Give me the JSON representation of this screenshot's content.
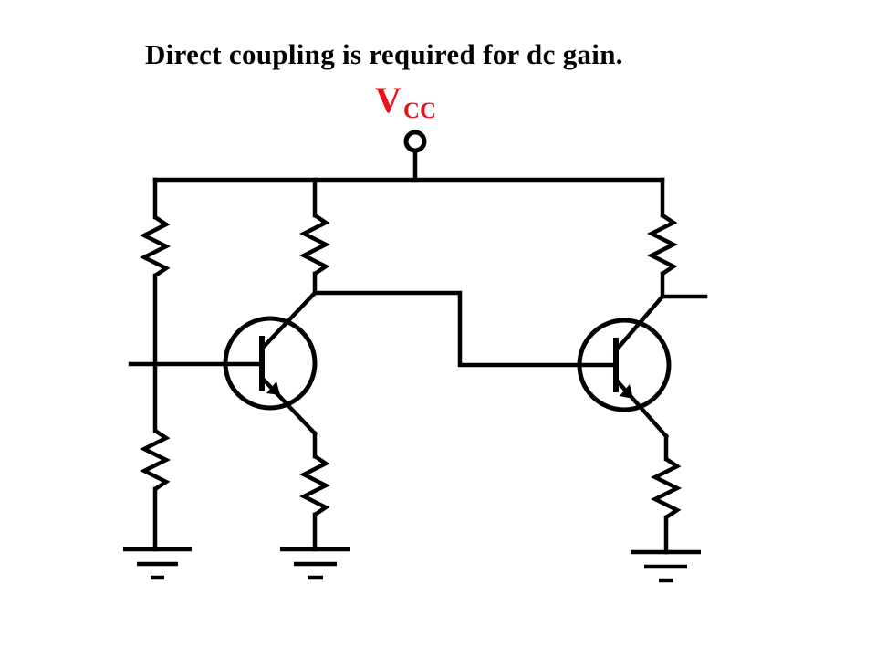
{
  "caption": "Direct coupling is required for dc gain.",
  "supply_label": {
    "main": "V",
    "subscript": "CC"
  },
  "colors": {
    "supply_label": "#e8141c",
    "lines": "#000000",
    "background": "#ffffff"
  },
  "components": [
    {
      "kind": "supply-terminal",
      "label": "V_CC"
    },
    {
      "kind": "resistor",
      "role": "stage-1 bias top"
    },
    {
      "kind": "resistor",
      "role": "stage-1 bias bottom"
    },
    {
      "kind": "resistor",
      "role": "stage-1 collector"
    },
    {
      "kind": "resistor",
      "role": "stage-1 emitter"
    },
    {
      "kind": "resistor",
      "role": "stage-2 collector"
    },
    {
      "kind": "resistor",
      "role": "stage-2 emitter"
    },
    {
      "kind": "npn-transistor",
      "role": "stage 1"
    },
    {
      "kind": "npn-transistor",
      "role": "stage 2"
    },
    {
      "kind": "ground",
      "count": 3
    }
  ]
}
